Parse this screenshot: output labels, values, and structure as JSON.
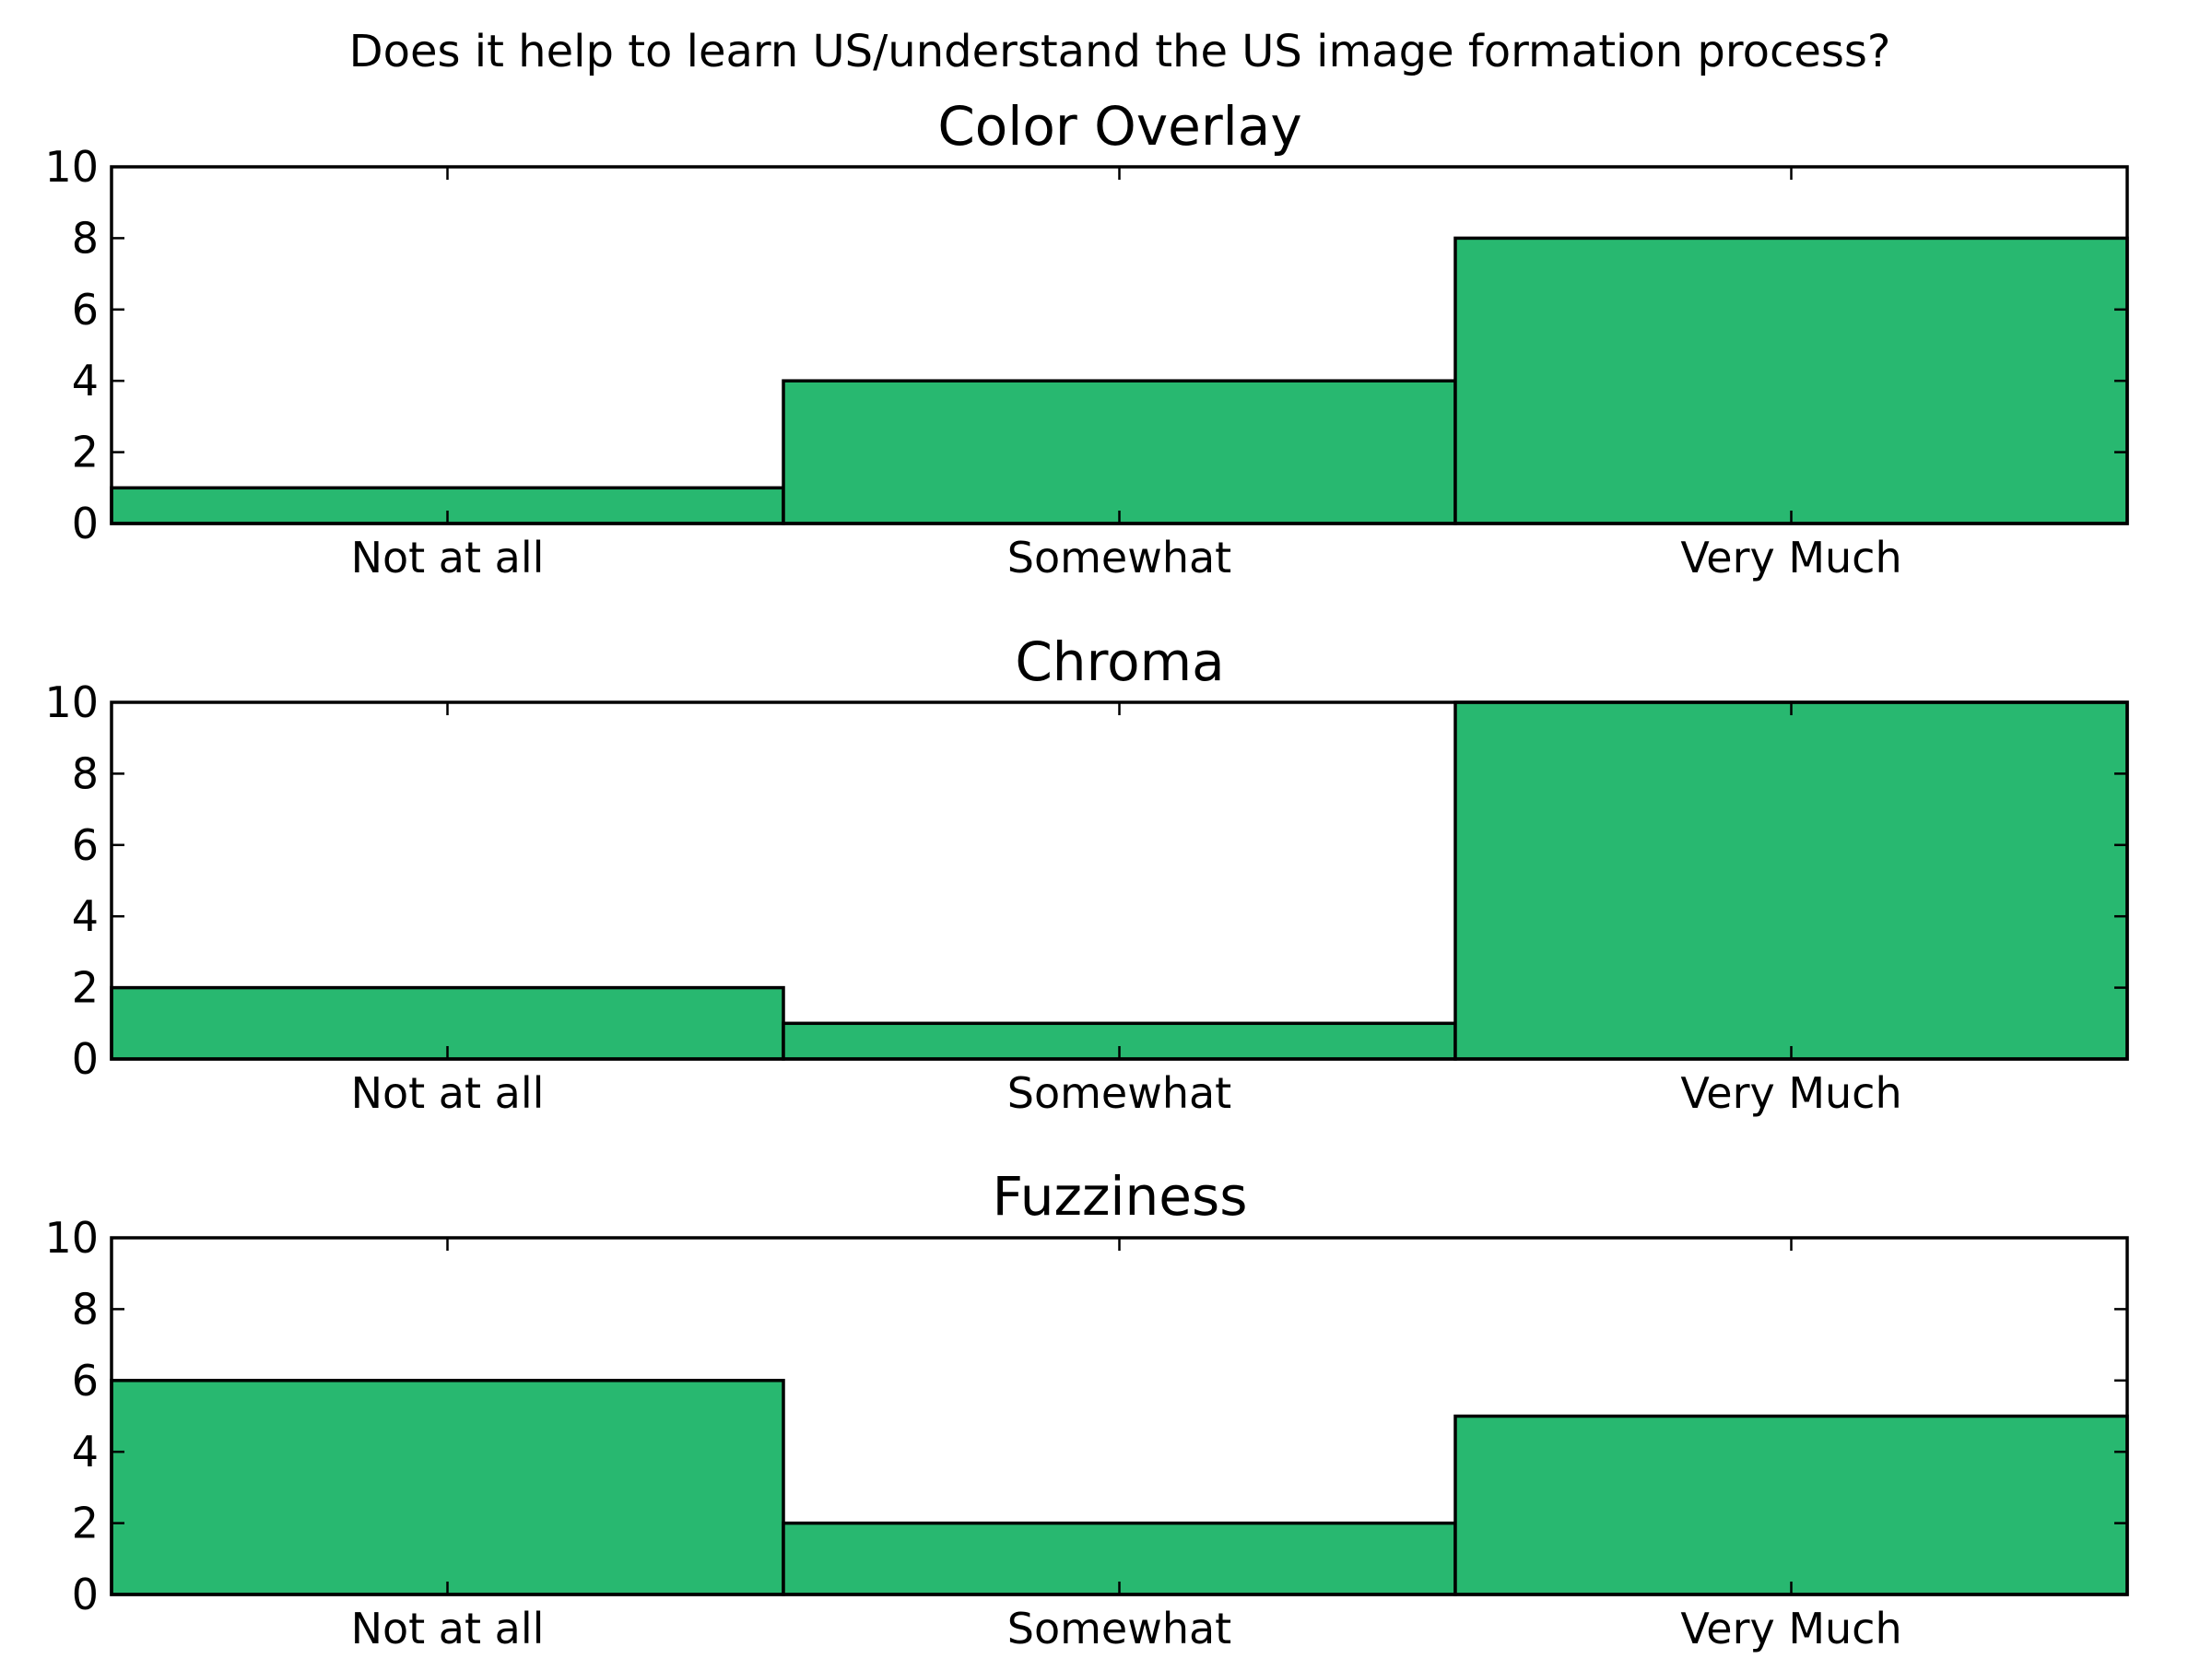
{
  "figure": {
    "suptitle": "Does it help to learn US/understand the US image formation process?"
  },
  "colors": {
    "bar_fill": "#28b870",
    "bar_edge": "#000000",
    "background": "#ffffff"
  },
  "chart_data": [
    {
      "type": "bar",
      "title": "Color Overlay",
      "categories": [
        "Not at all",
        "Somewhat",
        "Very Much"
      ],
      "values": [
        1,
        4,
        8
      ],
      "xlabel": "",
      "ylabel": "",
      "ylim": [
        0,
        10
      ],
      "yticks": [
        "0",
        "2",
        "4",
        "6",
        "8",
        "10"
      ],
      "grid": false
    },
    {
      "type": "bar",
      "title": "Chroma",
      "categories": [
        "Not at all",
        "Somewhat",
        "Very Much"
      ],
      "values": [
        2,
        1,
        10
      ],
      "xlabel": "",
      "ylabel": "",
      "ylim": [
        0,
        10
      ],
      "yticks": [
        "0",
        "2",
        "4",
        "6",
        "8",
        "10"
      ],
      "grid": false
    },
    {
      "type": "bar",
      "title": "Fuzziness",
      "categories": [
        "Not at all",
        "Somewhat",
        "Very Much"
      ],
      "values": [
        6,
        2,
        5
      ],
      "xlabel": "",
      "ylabel": "",
      "ylim": [
        0,
        10
      ],
      "yticks": [
        "0",
        "2",
        "4",
        "6",
        "8",
        "10"
      ],
      "grid": false
    }
  ]
}
